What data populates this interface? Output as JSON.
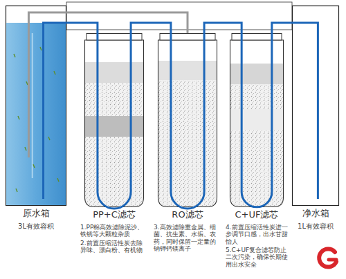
{
  "diagram": {
    "nodes": [
      {
        "text": [
          "原水箱",
          "3L有效容积"
        ]
      },
      {
        "text": [
          "PP+C滤芯",
          "1.PP棉高效滤除泥沙、铁锈等大颗粒杂质",
          "2.前置压缩活性炭去除异味、漂白粉、有机物"
        ]
      },
      {
        "text": [
          "RO滤芯",
          "3.高效滤除重金属、细菌、抗生素、水垢、农药，同时保留一定量的钠钾钙镁离子"
        ]
      },
      {
        "text": [
          "C+UF滤芯",
          "4.前置压缩活性炭进一步调节口感，出水甘甜怡人",
          "5.C+UF复合滤芯防止二次污染，确保长期使用出水安全"
        ]
      },
      {
        "text": [
          "净水箱",
          "1L有效容积"
        ]
      }
    ],
    "edges": [
      {
        "from": 0,
        "to": 1,
        "arrow": "none"
      },
      {
        "from": 1,
        "to": 2,
        "arrow": "none"
      },
      {
        "from": 2,
        "to": 3,
        "arrow": "none"
      },
      {
        "from": 3,
        "to": 4,
        "arrow": "none"
      },
      {
        "from": 2,
        "to": 0,
        "arrow": "none"
      }
    ]
  }
}
